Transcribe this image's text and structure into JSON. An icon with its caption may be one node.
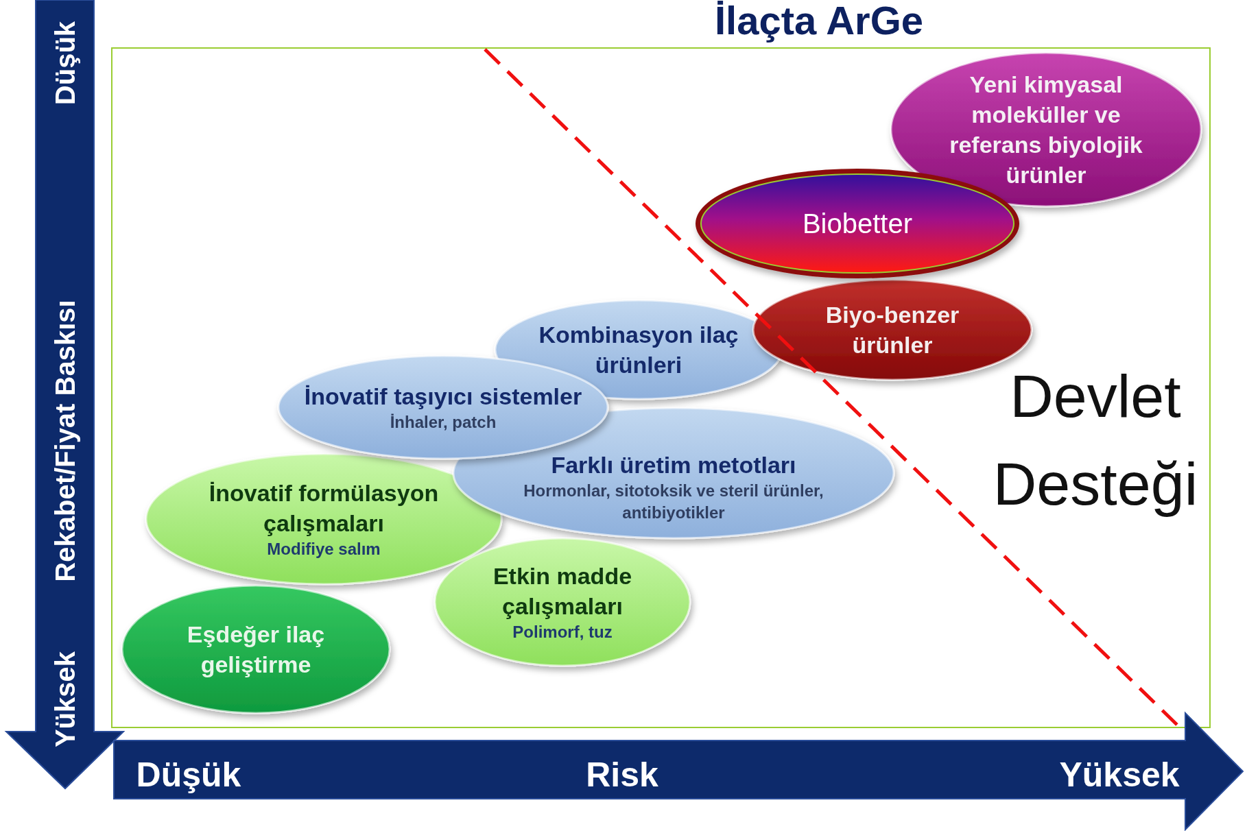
{
  "diagram": {
    "title": "İlaçta ArGe",
    "nodes": [
      {
        "text": [
          "Yeni kimyasal moleküller ve referans biyolojik ürünler"
        ]
      },
      {
        "text": [
          "Biobetter"
        ]
      },
      {
        "text": [
          "Biyo-benzer ürünler"
        ]
      },
      {
        "text": [
          "Kombinasyon ilaç ürünleri"
        ]
      },
      {
        "text": [
          "İnovatif taşıyıcı sistemler",
          "İnhaler, patch"
        ]
      },
      {
        "text": [
          "Farklı üretim metotları",
          "Hormonlar, sitotoksik ve steril ürünler, antibiyotikler"
        ]
      },
      {
        "text": [
          "İnovatif formülasyon çalışmaları",
          "Modifiye salım"
        ]
      },
      {
        "text": [
          "Etkin madde çalışmaları",
          "Polimorf, tuz"
        ]
      },
      {
        "text": [
          "Eşdeğer ilaç geliştirme"
        ]
      }
    ],
    "labels": [
      "Düşük",
      "Rekabet/Fiyat Baskısı",
      "Yüksek",
      "Düşük",
      "Risk",
      "Yüksek",
      "Devlet Desteği"
    ]
  }
}
